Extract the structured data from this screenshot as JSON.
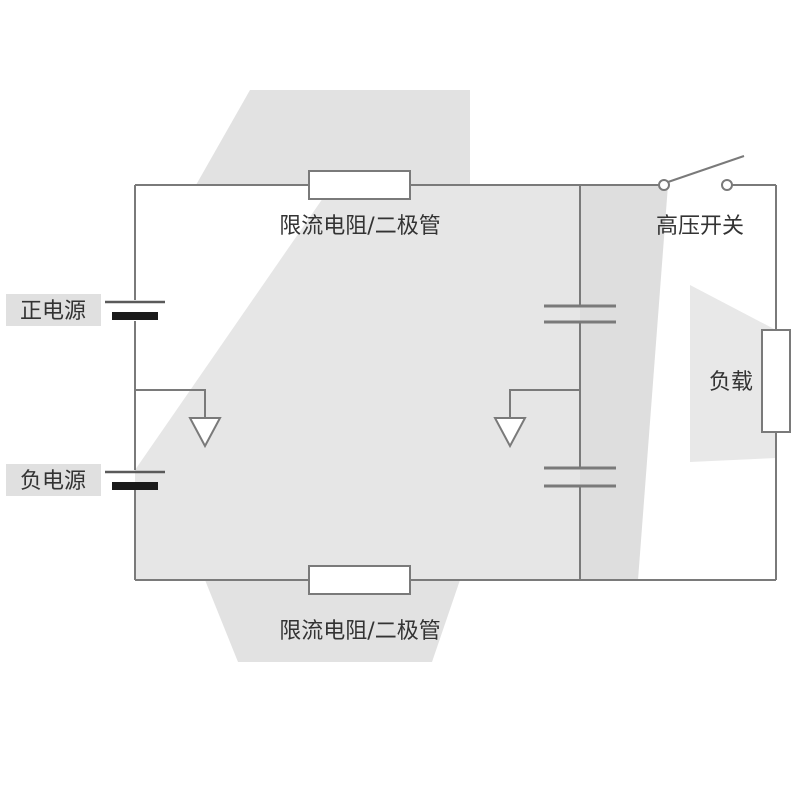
{
  "diagram": {
    "title": "power-supply-circuit-schematic",
    "labels": {
      "top_resistor": "限流电阻/二极管",
      "bottom_resistor": "限流电阻/二极管",
      "switch": "高压开关",
      "positive_supply": "正电源",
      "negative_supply": "负电源",
      "load": "负载"
    },
    "components": {
      "resistors": 2,
      "capacitors": 2,
      "batteries": 2,
      "switches": 1,
      "loads": 1,
      "current_arrows": 2
    },
    "colors": {
      "wire": "#7a7a7a",
      "text": "#333333",
      "battery_plate": "#1a1a1a",
      "watermark": "#e4e4e4",
      "background": "#ffffff"
    }
  }
}
